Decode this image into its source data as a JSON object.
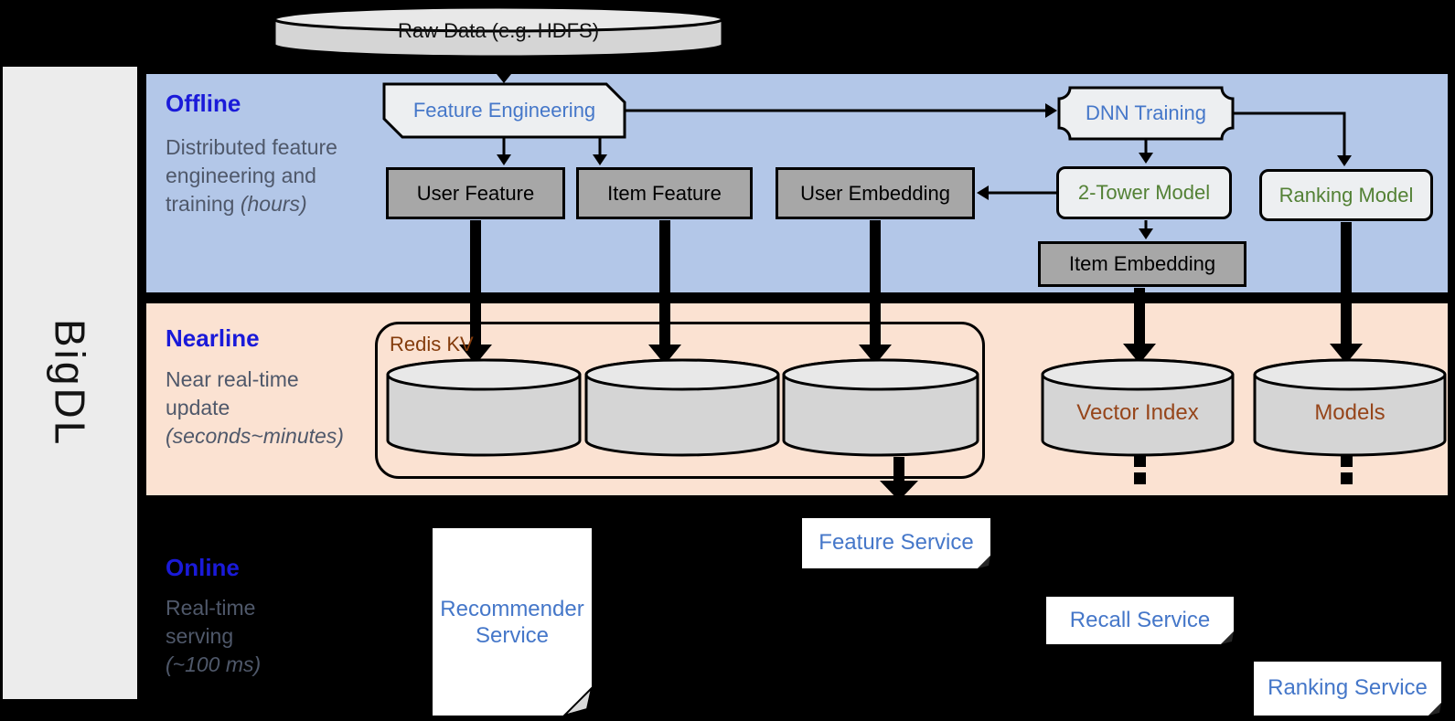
{
  "sidebar": {
    "brand": "BigDL"
  },
  "sections": {
    "offline": {
      "title": "Offline",
      "desc": "Distributed feature engineering and training",
      "desc_italic": "(hours)"
    },
    "nearline": {
      "title": "Nearline",
      "desc": "Near real-time update",
      "desc_italic": "(seconds~minutes)"
    },
    "online": {
      "title": "Online",
      "desc": "Real-time serving",
      "desc_italic": "(~100 ms)"
    }
  },
  "nodes": {
    "raw_data": "Raw Data (e.g. HDFS)",
    "feature_engineering": "Feature Engineering",
    "dnn_training": "DNN Training",
    "user_feature": "User Feature",
    "item_feature": "Item Feature",
    "user_embedding": "User Embedding",
    "two_tower_model": "2-Tower Model",
    "ranking_model": "Ranking Model",
    "item_embedding": "Item Embedding",
    "redis_kv": "Redis KV",
    "vector_index": "Vector Index",
    "models": "Models",
    "recommender_service": "Recommender Service",
    "feature_service": "Feature Service",
    "recall_service": "Recall Service",
    "ranking_service": "Ranking Service"
  },
  "colors": {
    "band-offline": "#b3c7e8",
    "band-nearline": "#fbe2d2",
    "sidebar-bg": "#ececec",
    "section-title": "#1a1ad9",
    "section-desc": "#4f586a",
    "node-blue": "#4577c9",
    "node-green": "#538135",
    "node-brown": "#96451a",
    "redis-brown": "#843c0c",
    "gray-node-bg": "#a7a7a7",
    "light-node-bg": "#edeff1",
    "cylinder-body": "#d5d5d5",
    "cylinder-top": "#e8e8e8",
    "paper-white": "#ffffff"
  }
}
